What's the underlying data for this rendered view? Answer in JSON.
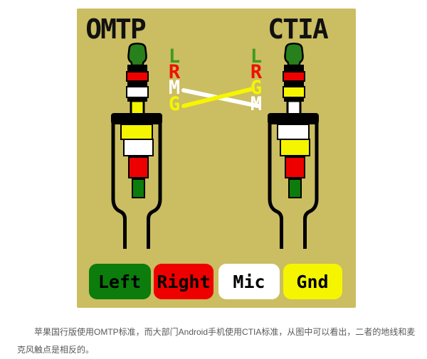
{
  "diagram": {
    "background": "#cbbd62",
    "colors": {
      "green": "#0c7c0c",
      "tip_green": "#27801b",
      "red": "#ee0000",
      "yellow": "#f5f500",
      "white": "#ffffff",
      "black": "#000000"
    },
    "left_jack": {
      "title": "OMTP",
      "pins": [
        "L",
        "R",
        "M",
        "G"
      ],
      "pin_colors": [
        "#3f9b1f",
        "#ee1100",
        "#ffffff",
        "#f5f500"
      ]
    },
    "right_jack": {
      "title": "CTIA",
      "pins": [
        "L",
        "R",
        "G",
        "M"
      ],
      "pin_colors": [
        "#3f9b1f",
        "#ee1100",
        "#f5f500",
        "#ffffff"
      ]
    },
    "cross_lines": [
      {
        "connects": "OMTP-M to CTIA-M",
        "color": "#ffffff"
      },
      {
        "connects": "OMTP-G to CTIA-G",
        "color": "#f5f500"
      }
    ],
    "legend": [
      {
        "label": "Left",
        "color": "#0c7c0c"
      },
      {
        "label": "Right",
        "color": "#ee0000"
      },
      {
        "label": "Mic",
        "color": "#ffffff"
      },
      {
        "label": "Gnd",
        "color": "#f5f500"
      }
    ]
  },
  "caption": {
    "text": "苹果国行版使用OMTP标准，而大部门Android手机使用CTIA标准，从图中可以看出，二者的地线和麦克风触点是相反的。",
    "color": "#595959"
  }
}
